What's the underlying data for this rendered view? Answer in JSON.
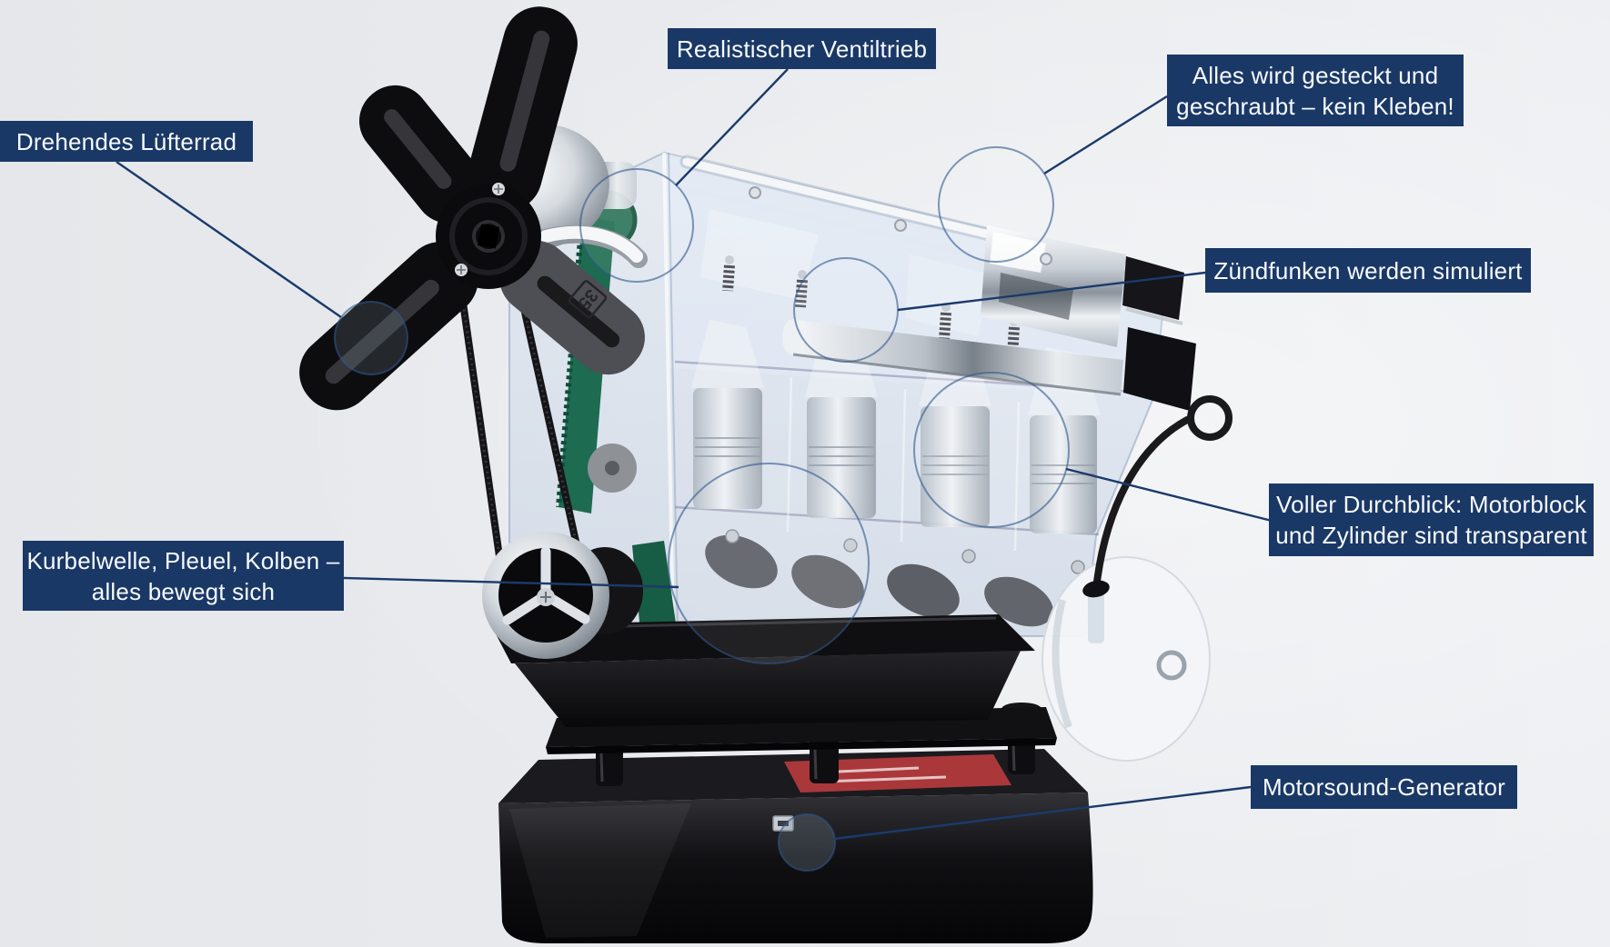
{
  "colors": {
    "background": "#e9ebee",
    "label_background": "#1a3866",
    "label_text": "#f7fafc",
    "leader_line": "#1b3a6b",
    "highlight_circle": "#2f568c",
    "belt_green": "#1d6b50",
    "chrome_silver": "#d9dde2",
    "transparent_plastic": "#c9d6e8",
    "base_black": "#0d0d0f",
    "sticker_red": "#b23a3c"
  },
  "annotations": [
    {
      "id": "luefterrad",
      "lines": [
        "Drehendes Lüfterrad"
      ]
    },
    {
      "id": "ventiltrieb",
      "lines": [
        "Realistischer Ventiltrieb"
      ]
    },
    {
      "id": "stecken",
      "lines": [
        "Alles wird gesteckt und",
        "geschraubt – kein Kleben!"
      ]
    },
    {
      "id": "zuendfunken",
      "lines": [
        "Zündfunken werden simuliert"
      ]
    },
    {
      "id": "durchblick",
      "lines": [
        "Voller Durchblick: Motorblock",
        "und Zylinder sind transparent"
      ]
    },
    {
      "id": "kurbelwelle",
      "lines": [
        "Kurbelwelle, Pleuel, Kolben –",
        "alles bewegt sich"
      ]
    },
    {
      "id": "motorsound",
      "lines": [
        "Motorsound-Generator"
      ]
    }
  ],
  "engine": {
    "fan_blade_badge": "35"
  }
}
